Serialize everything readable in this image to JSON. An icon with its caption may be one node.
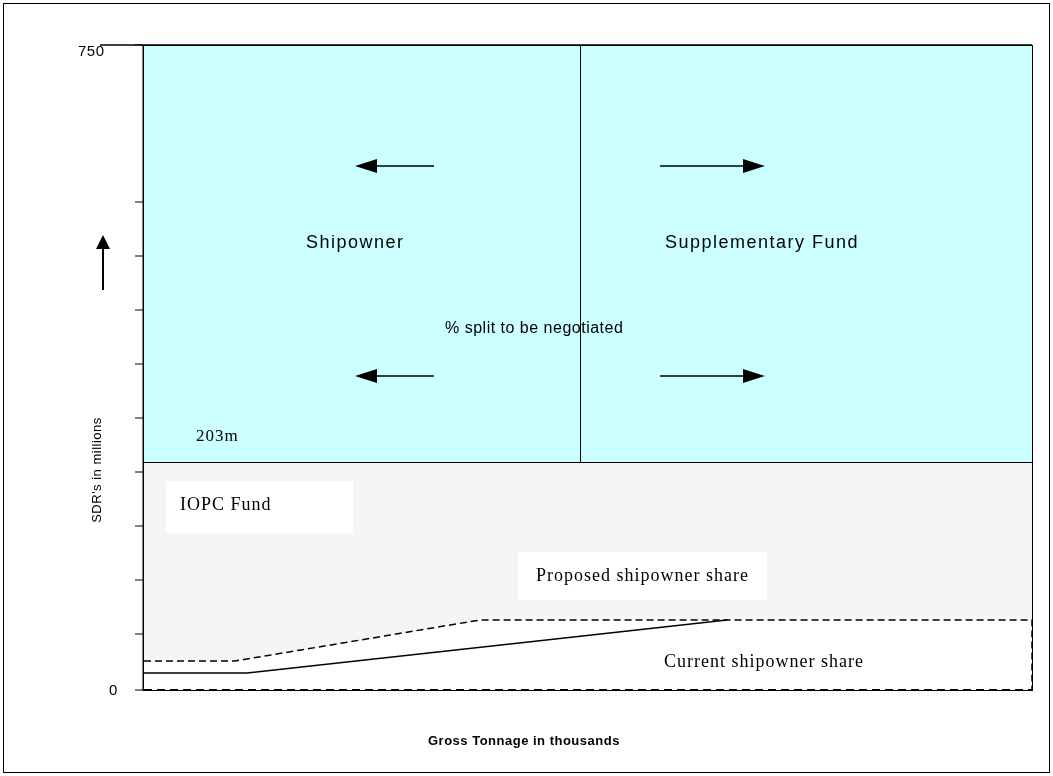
{
  "diagram": {
    "nodes": [
      {
        "text": [
          "Shipowner"
        ]
      },
      {
        "text": [
          "Supplementary Fund"
        ]
      },
      {
        "text": [
          "IOPC Fund"
        ]
      }
    ],
    "labels": [
      "750",
      "% split to be negotiated",
      "203m",
      "Proposed shipowner share",
      "Current shipowner share",
      "0",
      "SDR's in millions",
      "Gross Tonnage in thousands"
    ]
  }
}
